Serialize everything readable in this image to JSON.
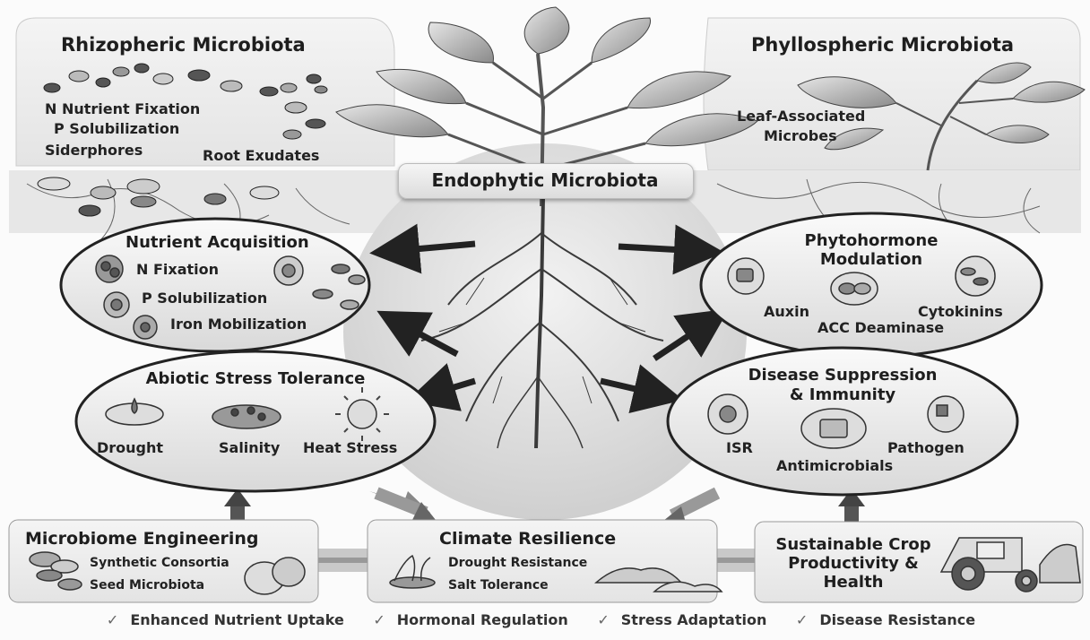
{
  "rhizo": {
    "title": "Rhizopheric Microbiota",
    "l1": "N Nutrient Fixation",
    "l2": "P Solubilization",
    "l3": "Siderphores",
    "l4": "Root Exudates"
  },
  "phyllo": {
    "title": "Phyllospheric Microbiota",
    "l1": "Leaf-Associated",
    "l2": "Microbes"
  },
  "endo": {
    "title": "Endophytic Microbiota"
  },
  "nutrient": {
    "title": "Nutrient Acquisition",
    "i1": "N Fixation",
    "i2": "P Solubilization",
    "i3": "Iron Mobilization"
  },
  "phyto": {
    "title1": "Phytohormone",
    "title2": "Modulation",
    "i1": "Auxin",
    "i2": "Cytokinins",
    "i3": "ACC Deaminase"
  },
  "abiotic": {
    "title": "Abiotic Stress Tolerance",
    "i1": "Drought",
    "i2": "Salinity",
    "i3": "Heat Stress"
  },
  "disease": {
    "title1": "Disease Suppression",
    "title2": "& Immunity",
    "i1": "ISR",
    "i2": "Pathogen",
    "i3": "Antimicrobials"
  },
  "engineering": {
    "title": "Microbiome Engineering",
    "i1": "Synthetic Consortia",
    "i2": "Seed Microbiota"
  },
  "climate": {
    "title": "Climate Resilience",
    "i1": "Drought Resistance",
    "i2": "Salt Tolerance"
  },
  "sustain": {
    "l1": "Sustainable Crop",
    "l2": "Productivity &",
    "l3": "Health"
  },
  "legend": [
    "Enhanced Nutrient Uptake",
    "Hormonal Regulation",
    "Stress Adaptation",
    "Disease Resistance"
  ]
}
